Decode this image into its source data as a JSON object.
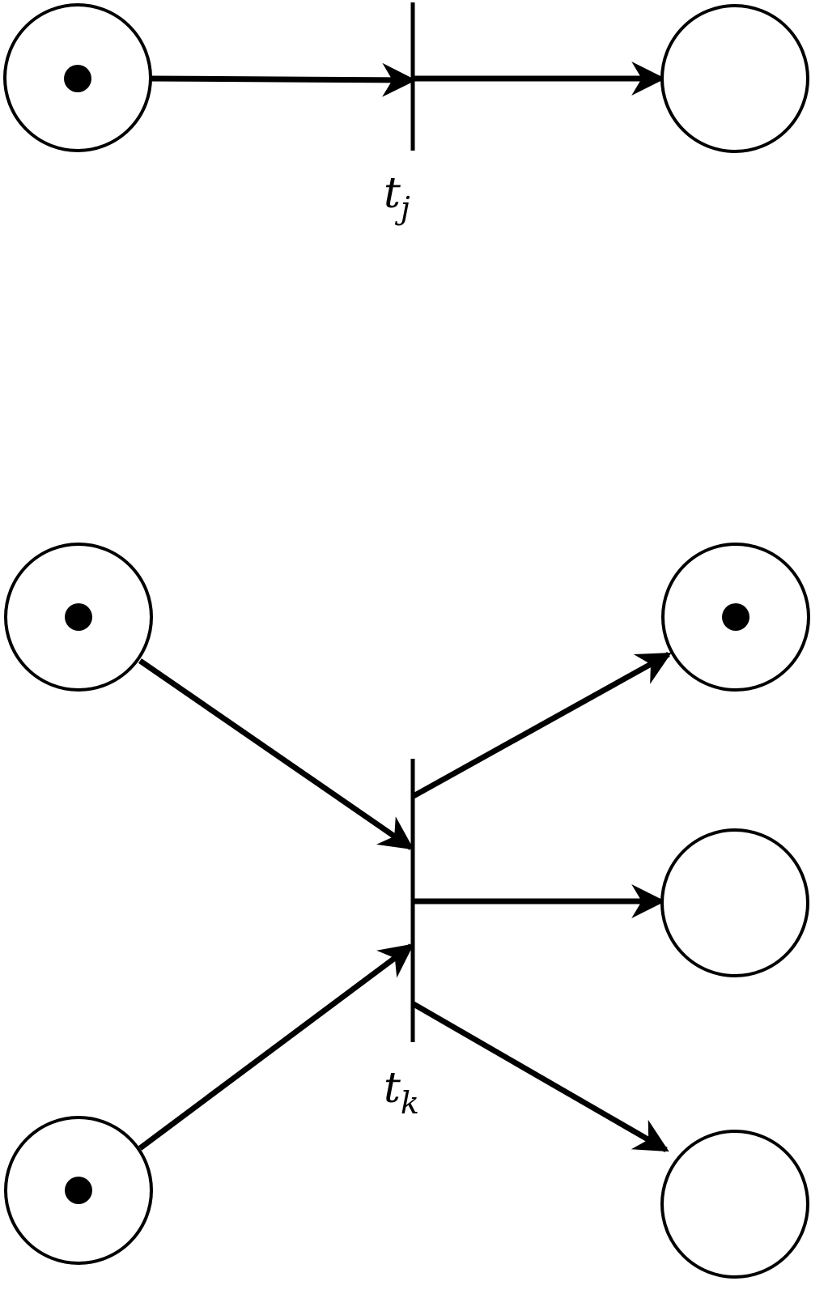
{
  "colors": {
    "ink": "#000000",
    "background": "#ffffff"
  },
  "net_top": {
    "transition": {
      "name": "t",
      "subscript": "j"
    },
    "places": [
      {
        "id": "p-top-in",
        "tokens": 1
      },
      {
        "id": "p-top-out",
        "tokens": 0
      }
    ],
    "arcs": [
      {
        "from": "p-top-in",
        "to": "t_j"
      },
      {
        "from": "t_j",
        "to": "p-top-out"
      }
    ]
  },
  "net_bottom": {
    "transition": {
      "name": "t",
      "subscript": "k"
    },
    "places": [
      {
        "id": "p-bot-in-1",
        "tokens": 1
      },
      {
        "id": "p-bot-in-2",
        "tokens": 1
      },
      {
        "id": "p-bot-out-1",
        "tokens": 1
      },
      {
        "id": "p-bot-out-2",
        "tokens": 0
      },
      {
        "id": "p-bot-out-3",
        "tokens": 0
      }
    ],
    "arcs": [
      {
        "from": "p-bot-in-1",
        "to": "t_k"
      },
      {
        "from": "p-bot-in-2",
        "to": "t_k"
      },
      {
        "from": "t_k",
        "to": "p-bot-out-1"
      },
      {
        "from": "t_k",
        "to": "p-bot-out-2"
      },
      {
        "from": "t_k",
        "to": "p-bot-out-3"
      }
    ]
  }
}
